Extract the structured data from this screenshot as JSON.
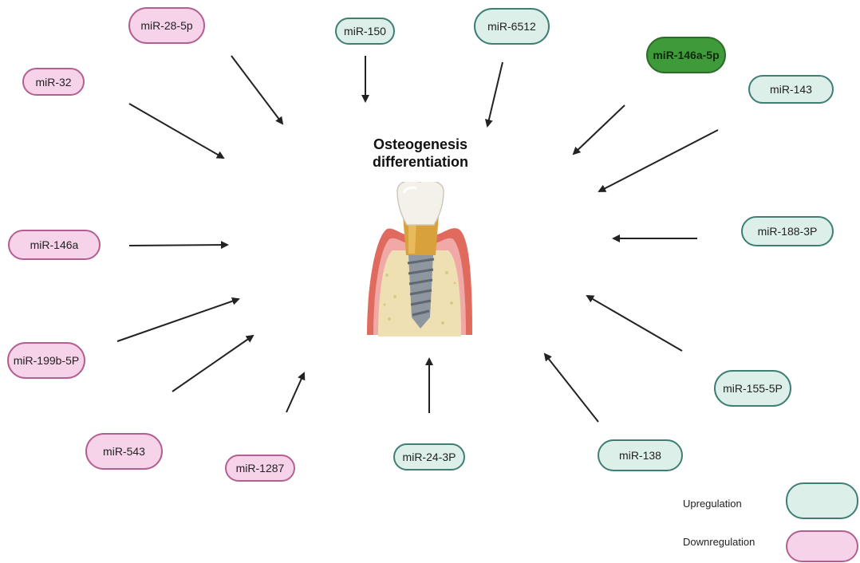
{
  "title": {
    "line1": "Osteogenesis",
    "line2": "differentiation"
  },
  "colors": {
    "up_fill": "#dcefe9",
    "up_border": "#3f7e73",
    "down_fill": "#f7d3ea",
    "down_border": "#b45f92",
    "highlight_fill": "#3f9b3a",
    "arrow": "#222222"
  },
  "nodes": [
    {
      "label": "miR-28-5p",
      "type": "down"
    },
    {
      "label": "miR-150",
      "type": "up"
    },
    {
      "label": "miR-6512",
      "type": "up"
    },
    {
      "label": "miR-146a-5p",
      "type": "highlight"
    },
    {
      "label": "miR-32",
      "type": "down"
    },
    {
      "label": "miR-143",
      "type": "up"
    },
    {
      "label": "miR-146a",
      "type": "down"
    },
    {
      "label": "miR-188-3P",
      "type": "up"
    },
    {
      "label": "miR-199b-5P",
      "type": "down"
    },
    {
      "label": "miR-155-5P",
      "type": "up"
    },
    {
      "label": "miR-543",
      "type": "down"
    },
    {
      "label": "miR-1287",
      "type": "down"
    },
    {
      "label": "miR-24-3P",
      "type": "up"
    },
    {
      "label": "miR-138",
      "type": "up"
    }
  ],
  "legend": {
    "up_label": "Upregulation",
    "down_label": "Downregulation"
  },
  "center_image": "dental-implant-icon"
}
